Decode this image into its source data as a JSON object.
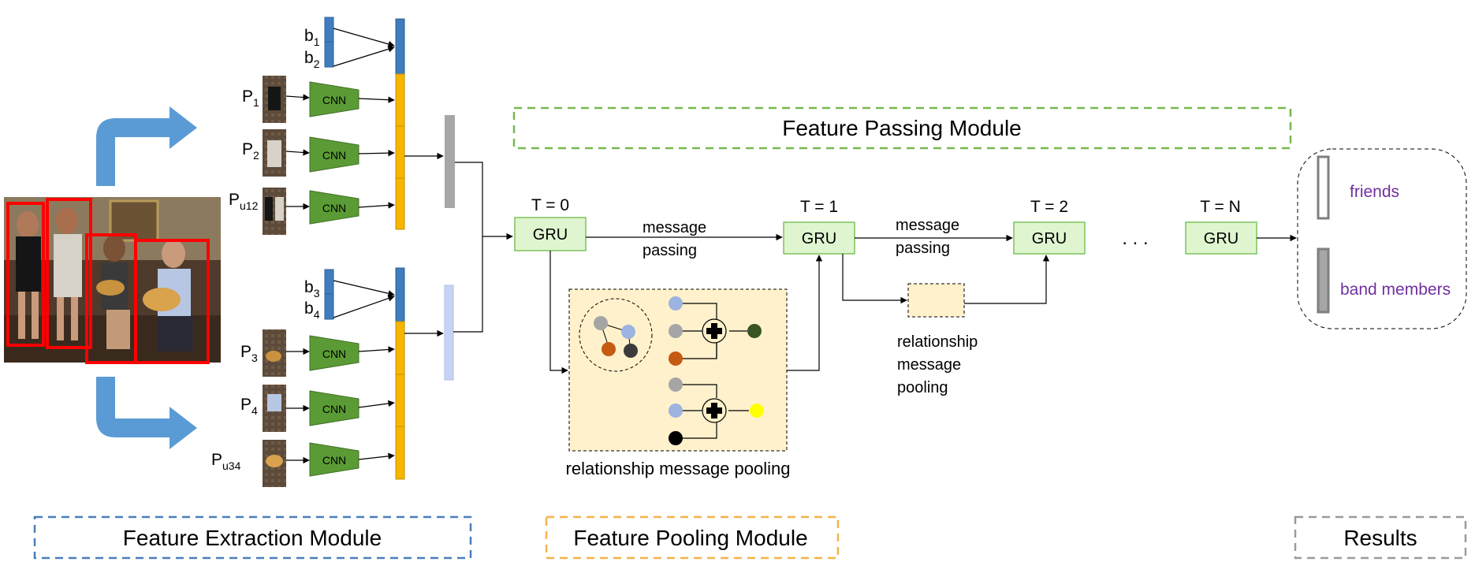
{
  "modules": {
    "feature_extraction": "Feature Extraction Module",
    "feature_passing": "Feature Passing Module",
    "feature_pooling": "Feature Pooling Module",
    "results": "Results"
  },
  "extraction": {
    "cnn_label": "CNN",
    "top_group": {
      "b_a": {
        "base": "b",
        "sub": "1"
      },
      "b_b": {
        "base": "b",
        "sub": "2"
      },
      "p1": {
        "base": "P",
        "sub": "1"
      },
      "p2": {
        "base": "P",
        "sub": "2"
      },
      "pu": {
        "base": "P",
        "sub": "u12"
      }
    },
    "bottom_group": {
      "b_a": {
        "base": "b",
        "sub": "3"
      },
      "b_b": {
        "base": "b",
        "sub": "4"
      },
      "p1": {
        "base": "P",
        "sub": "3"
      },
      "p2": {
        "base": "P",
        "sub": "4"
      },
      "pu": {
        "base": "P",
        "sub": "u34"
      }
    }
  },
  "passing": {
    "gru_label": "GRU",
    "t0": "T = 0",
    "t1": "T = 1",
    "t2": "T = 2",
    "tn": "T = N",
    "message_line1": "message",
    "message_line2": "passing",
    "ellipsis": ". . .",
    "rmp_line1": "relationship",
    "rmp_line2": "message",
    "rmp_line3": "pooling"
  },
  "pooling": {
    "caption": "relationship message pooling"
  },
  "results": {
    "label_1": "friends",
    "label_2": "band members"
  },
  "colors": {
    "extraction_border": "#4a7ebb",
    "passing_border": "#77b84f",
    "pooling_border": "#f5b24a",
    "results_border": "#9a9a9a",
    "cnn_fill": "#5b9b35",
    "gru_fill": "#dff5d0",
    "gru_border": "#7cc45a",
    "yellow_bar": "#f7b500",
    "blue_bar": "#3f7dbf",
    "gray_bar": "#a6a6a6",
    "light_blue_bar": "#c7d3f5",
    "pooling_fill": "#fff1cc",
    "arrow_blue": "#5b9bd5",
    "results_text": "#7030a0",
    "node_gray": "#a5a5a5",
    "node_lightblue": "#9db3e0",
    "node_orange": "#c55a11",
    "node_dark": "#3b3b3b",
    "node_green": "#375623",
    "node_yellow": "#ffff00",
    "node_black": "#000000",
    "bbox_red": "#ff0000"
  }
}
